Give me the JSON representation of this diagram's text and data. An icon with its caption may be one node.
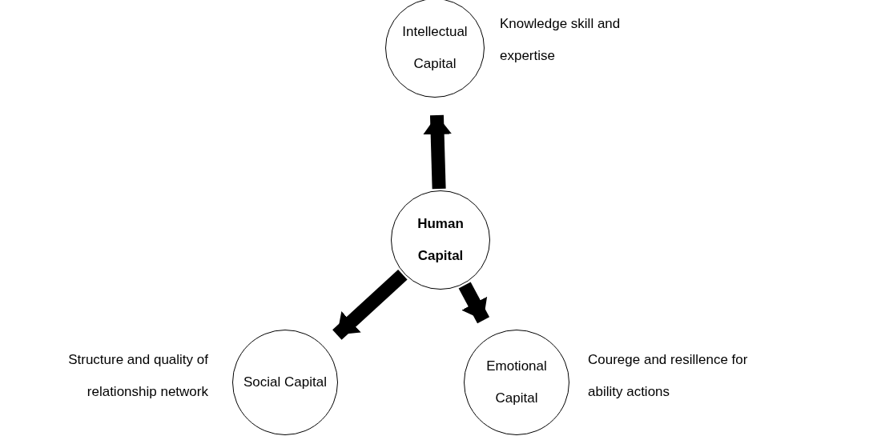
{
  "diagram": {
    "nodes": [
      {
        "text": [
          "Intellectual Capital"
        ],
        "beside": [
          "Knowledge skill and expertise"
        ]
      },
      {
        "text": [
          "Human Capital"
        ]
      },
      {
        "text": [
          "Social Capital"
        ],
        "beside": [
          "Structure and quality of relationship network"
        ]
      },
      {
        "text": [
          "Emotional Capital"
        ],
        "beside": [
          "Courege and resillence for ability actions"
        ]
      }
    ],
    "edges": [
      {
        "from": 1,
        "to": 0,
        "arrow": "to"
      },
      {
        "from": 1,
        "to": 2,
        "arrow": "to"
      },
      {
        "from": 1,
        "to": 3,
        "arrow": "to"
      }
    ]
  }
}
